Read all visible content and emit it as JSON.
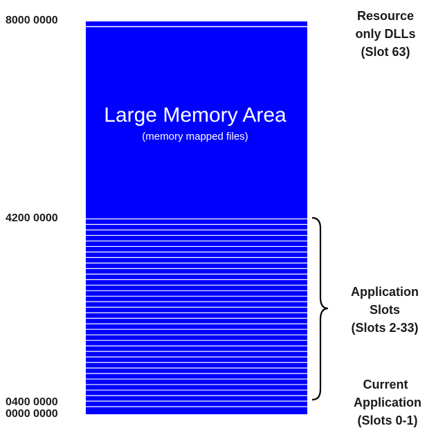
{
  "addresses": {
    "top": "8000  0000",
    "slot_boundary": "4200  0000",
    "current_app": "0400  0000",
    "bottom": "0000  0000"
  },
  "large_area": {
    "title": "Large Memory Area",
    "subtitle": "(memory mapped files)"
  },
  "labels": {
    "resource_dlls": [
      "Resource",
      "only DLLs",
      "(Slot 63)"
    ],
    "application_slots": [
      "Application",
      "Slots",
      "(Slots 2-33)"
    ],
    "current_application": [
      "Current",
      "Application",
      "(Slots 0-1)"
    ]
  },
  "colors": {
    "block": "#0000ff",
    "separator": "#ffffff",
    "text": "#1a1a1a",
    "brace": "#000000"
  }
}
